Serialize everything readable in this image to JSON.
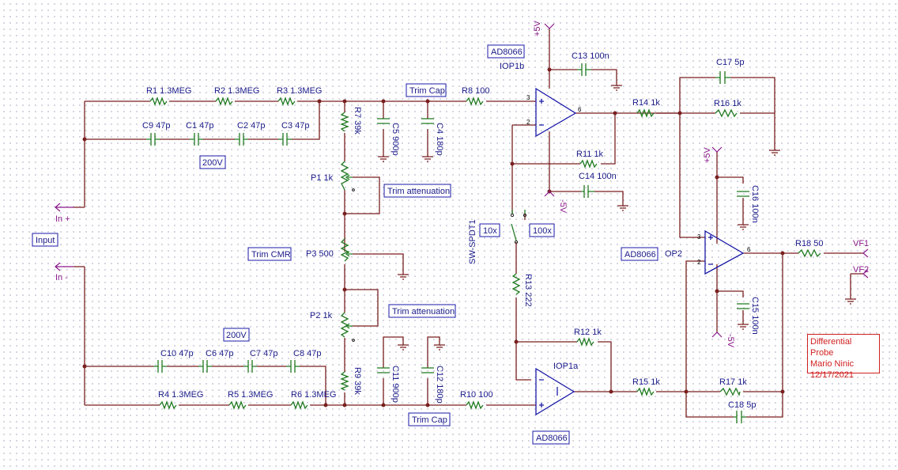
{
  "schematic": {
    "nets": {
      "in_plus": "In +",
      "in_minus": "In -",
      "vp": "+5V",
      "vm": "-5V",
      "vf1": "VF1",
      "vf2": "VF2"
    },
    "boxes": {
      "input": "Input",
      "v200_top": "200V",
      "v200_bot": "200V",
      "trim_cap_top": "Trim Cap",
      "trim_cap_bot": "Trim Cap",
      "trim_att_top": "Trim attenuation",
      "trim_att_bot": "Trim attenuation",
      "trim_cmr": "Trim CMR",
      "ad_iop1b": "AD8066",
      "ad_op2": "AD8066",
      "ad_iop1a": "AD8066",
      "sw10x": "10x",
      "sw100x": "100x"
    },
    "labels": {
      "r1": "R1 1.3MEG",
      "r2": "R2 1.3MEG",
      "r3": "R3 1.3MEG",
      "r4": "R4 1.3MEG",
      "r5": "R5 1.3MEG",
      "r6": "R6 1.3MEG",
      "r7": "R7 39k",
      "r9": "R9 39k",
      "r8": "R8 100",
      "r10": "R10 100",
      "r11": "R11 1k",
      "r12": "R12 1k",
      "r13": "R13 222",
      "r14": "R14 1k",
      "r15": "R15 1k",
      "r16": "R16 1k",
      "r17": "R17 1k",
      "r18": "R18 50",
      "c1": "C1 47p",
      "c2": "C2 47p",
      "c3": "C3 47p",
      "c6": "C6 47p",
      "c7": "C7 47p",
      "c8": "C8 47p",
      "c9": "C9 47p",
      "c10": "C10 47p",
      "c5": "C5 900p",
      "c11": "C11 900p",
      "c4": "C4 180p",
      "c12": "C12 180p",
      "c13": "C13 100n",
      "c14": "C14 100n",
      "c15": "C15 100n",
      "c16": "C16 100n",
      "c17": "C17 5p",
      "c18": "C18 5p",
      "p1": "P1 1k",
      "p2": "P2 1k",
      "p3": "P3 500",
      "sw": "SW-SPDT1",
      "iop1b": "IOP1b",
      "iop1a": "IOP1a",
      "op2": "OP2"
    },
    "pins": {
      "p3": "3",
      "p2": "2",
      "p6": "6"
    },
    "note": {
      "line1": "Differential Probe",
      "line2": "Mario Ninic",
      "line3": "12/17/2021"
    }
  }
}
